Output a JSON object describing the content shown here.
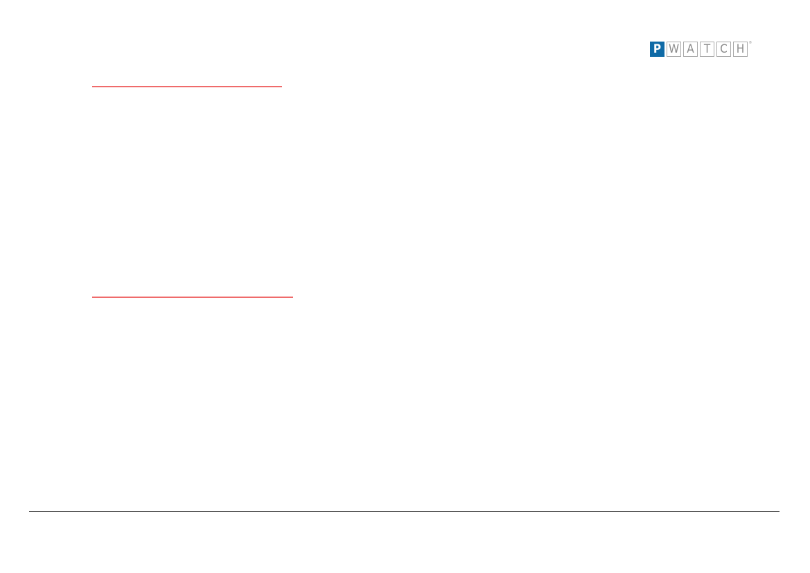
{
  "logo": {
    "letters": [
      "P",
      "W",
      "A",
      "T",
      "C",
      "H"
    ],
    "registered_mark": "®",
    "colors": {
      "accent": "#0f6aa6",
      "outline": "#a8a8a8"
    }
  },
  "headings": [
    {
      "text": "",
      "underline_color": "#ef6b6b"
    },
    {
      "text": "",
      "underline_color": "#ef6b6b"
    }
  ],
  "footer": {
    "rule_color": "#222222"
  }
}
